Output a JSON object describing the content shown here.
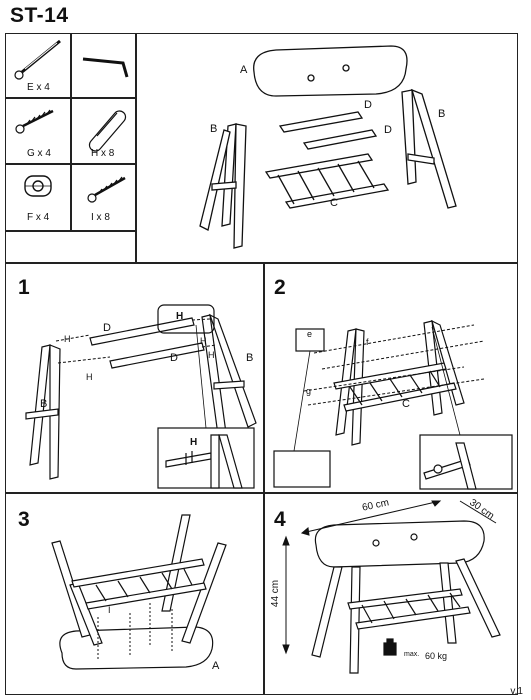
{
  "header": {
    "model": "ST-14"
  },
  "parts": [
    {
      "name": "E",
      "qty": "E x 4",
      "icon": "long-bolt-icon"
    },
    {
      "name": "hex-key",
      "qty": "",
      "icon": "allen-key-icon"
    },
    {
      "name": "G",
      "qty": "G x 4",
      "icon": "wood-screw-icon"
    },
    {
      "name": "H",
      "qty": "H x 8",
      "icon": "wooden-dowel-icon"
    },
    {
      "name": "F",
      "qty": "F x 4",
      "icon": "barrel-nut-icon"
    },
    {
      "name": "I",
      "qty": "I x 8",
      "icon": "short-screw-icon"
    }
  ],
  "overview": {
    "labels": {
      "a": "A",
      "b1": "B",
      "b2": "B",
      "c": "C",
      "d1": "D",
      "d2": "D"
    }
  },
  "steps": [
    {
      "number": "1",
      "labels": {
        "d_top": "D",
        "d_bottom": "D",
        "b_left": "B",
        "b_right": "B",
        "h1": "H",
        "h2": "H",
        "h3": "H",
        "h4": "H",
        "h_zoom": "H",
        "h_detail": "H"
      }
    },
    {
      "number": "2",
      "labels": {
        "e": "e",
        "f": "f",
        "g": "g",
        "c": "C"
      }
    },
    {
      "number": "3",
      "labels": {
        "i": "I",
        "a": "A"
      }
    },
    {
      "number": "4",
      "dims": {
        "width": "60 cm",
        "depth": "30 cm",
        "height": "44 cm"
      },
      "load": {
        "max_label": "max.",
        "max_value": "60 kg"
      }
    }
  ],
  "footer": {
    "version": "v.1"
  }
}
